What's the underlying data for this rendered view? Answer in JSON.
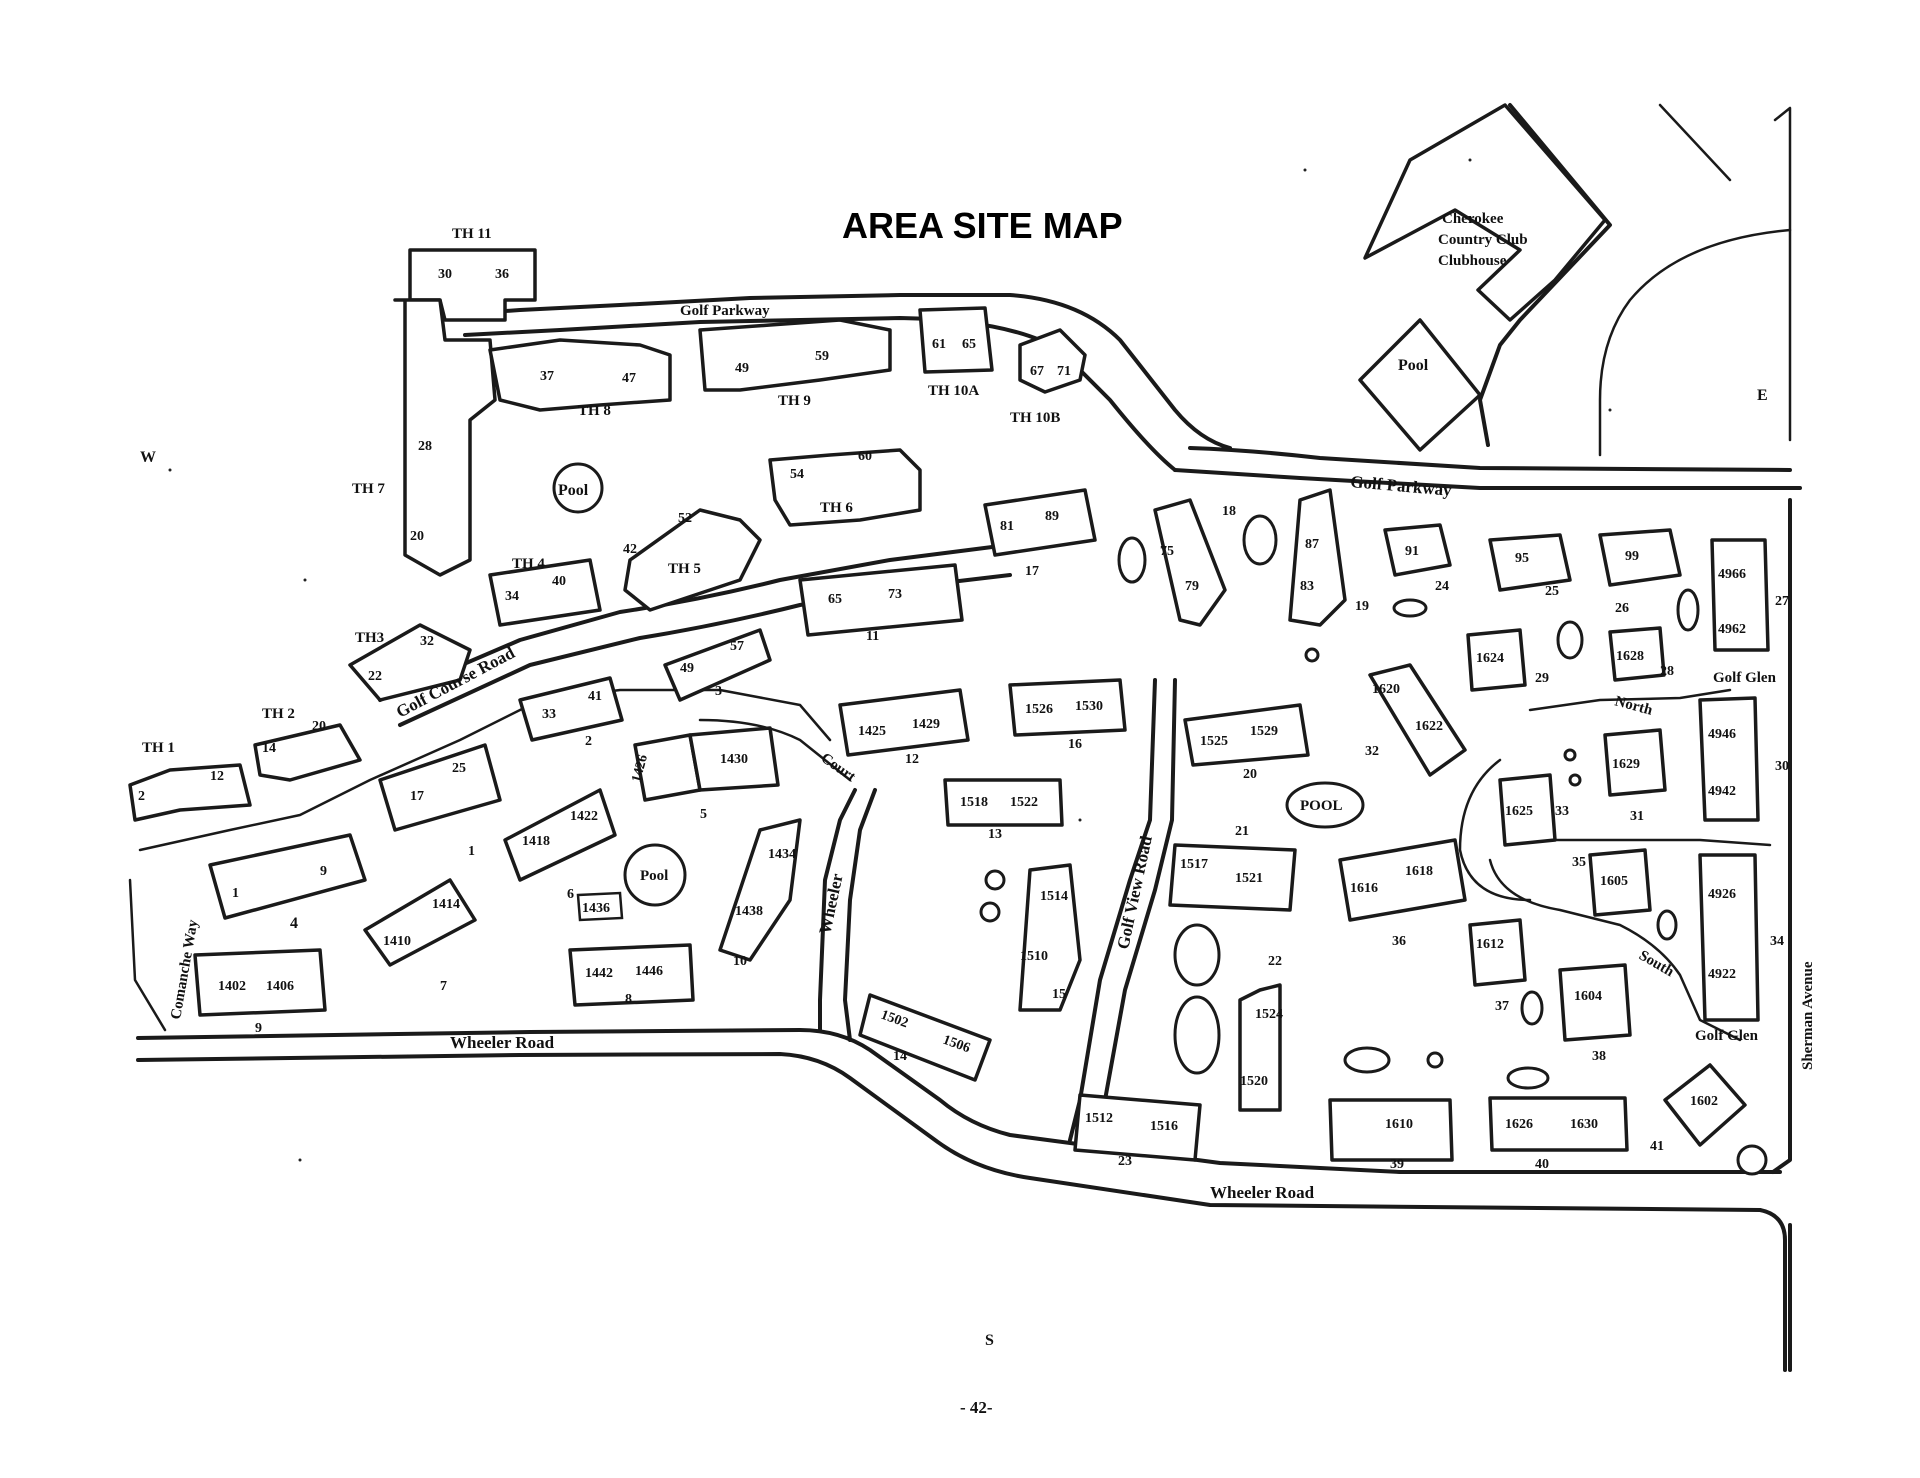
{
  "title": "AREA SITE MAP",
  "page_number": "- 42-",
  "compass": {
    "west": "W",
    "east": "E",
    "south": "S"
  },
  "clubhouse": {
    "line1": "Cherokee",
    "line2": "Country Club",
    "line3": "Clubhouse"
  },
  "roads": {
    "golf_parkway_top": "Golf Parkway",
    "golf_parkway_main": "Golf Parkway",
    "golf_course_road": "Golf Course Road",
    "wheeler_road_left": "Wheeler Road",
    "wheeler_road_right": "Wheeler Road",
    "wheeler_vertical": "Wheeler",
    "court": "Court",
    "golf_view_road": "Golf View Road",
    "comanche_way": "Comanche Way",
    "golf_glen_top": "Golf Glen",
    "golf_glen_bottom": "Golf Glen",
    "north": "North",
    "south": "South",
    "sherman_avenue": "Sherman Avenue"
  },
  "pools": {
    "th8": "Pool",
    "clubhouse": "Pool",
    "bldg8": "Pool",
    "main": "POOL"
  },
  "townhouses": {
    "th1": "TH 1",
    "th2": "TH 2",
    "th3": "TH3",
    "th4": "TH 4",
    "th5": "TH 5",
    "th6": "TH 6",
    "th7": "TH 7",
    "th8": "TH 8",
    "th9": "TH 9",
    "th10a": "TH 10A",
    "th10b": "TH 10B",
    "th11": "TH 11"
  },
  "unit_numbers": {
    "th11_a": "30",
    "th11_b": "36",
    "th8_a": "37",
    "th8_b": "47",
    "th9_a": "49",
    "th9_b": "59",
    "th10a_a": "61",
    "th10a_b": "65",
    "th10b_a": "67",
    "th10b_b": "71",
    "th7_a": "28",
    "th7_b": "20",
    "th6_a": "54",
    "th6_b": "60",
    "th5_a": "42",
    "th5_b": "52",
    "th4_a": "34",
    "th4_b": "40",
    "th3_a": "22",
    "th3_b": "32",
    "th2_a": "14",
    "th2_b": "20",
    "th1_a": "2",
    "th1_b": "12",
    "b17_a": "81",
    "b17_b": "89",
    "b11_a": "65",
    "b11_b": "73",
    "b3_a": "49",
    "b3_b": "57",
    "b2_a": "33",
    "b2_b": "41",
    "b1_a": "17",
    "b1_b": "25",
    "b4_a": "1",
    "b4_b": "9",
    "b18_a": "75",
    "b18_b": "79",
    "b19_a": "87",
    "b19_b": "83",
    "b24": "91",
    "b25": "95",
    "b26": "99",
    "b27_a": "4966",
    "b27_b": "4962",
    "b29": "1624",
    "b28": "1628",
    "b30_a": "4946",
    "b30_b": "4942",
    "b31": "1629",
    "b33": "1625",
    "b32_a": "1620",
    "b32_b": "1622",
    "b16_a": "1526",
    "b16_b": "1530",
    "b20_a": "1525",
    "b20_b": "1529",
    "b12_a": "1425",
    "b12_b": "1429",
    "b5_a": "1426",
    "b5_b": "1430",
    "b13_a": "1518",
    "b13_b": "1522",
    "b6_a": "1418",
    "b6_b": "1422",
    "b7_a": "1410",
    "b7_b": "1414",
    "b9_a": "1402",
    "b9_b": "1406",
    "b8_pool": "1436",
    "b8_a": "1442",
    "b8_b": "1446",
    "b10_a": "1434",
    "b10_b": "1438",
    "b15_a": "1514",
    "b15_b": "1510",
    "b21_a": "1517",
    "b21_b": "1521",
    "b36_a": "1616",
    "b36_b": "1618",
    "b35": "1605",
    "b34_a": "4926",
    "b34_b": "4922",
    "b37": "1612",
    "b38": "1604",
    "b14_a": "1502",
    "b14_b": "1506",
    "b22_a": "1524",
    "b22_b": "1520",
    "b23_a": "1512",
    "b23_b": "1516",
    "b39": "1610",
    "b40_a": "1626",
    "b40_b": "1630",
    "b41": "1602"
  },
  "building_numbers": {
    "n1": "1",
    "n2": "2",
    "n3": "3",
    "n4": "4",
    "n5": "5",
    "n6": "6",
    "n7": "7",
    "n8": "8",
    "n9": "9",
    "n10": "10",
    "n11": "11",
    "n12": "12",
    "n13": "13",
    "n14": "14",
    "n15": "15",
    "n16": "16",
    "n17": "17",
    "n18": "18",
    "n19": "19",
    "n20": "20",
    "n21": "21",
    "n22": "22",
    "n23": "23",
    "n24": "24",
    "n25": "25",
    "n26": "26",
    "n27": "27",
    "n28": "28",
    "n29": "29",
    "n30": "30",
    "n31": "31",
    "n32": "32",
    "n33": "33",
    "n34": "34",
    "n35": "35",
    "n36": "36",
    "n37": "37",
    "n38": "38",
    "n39": "39",
    "n40": "40",
    "n41": "41"
  }
}
